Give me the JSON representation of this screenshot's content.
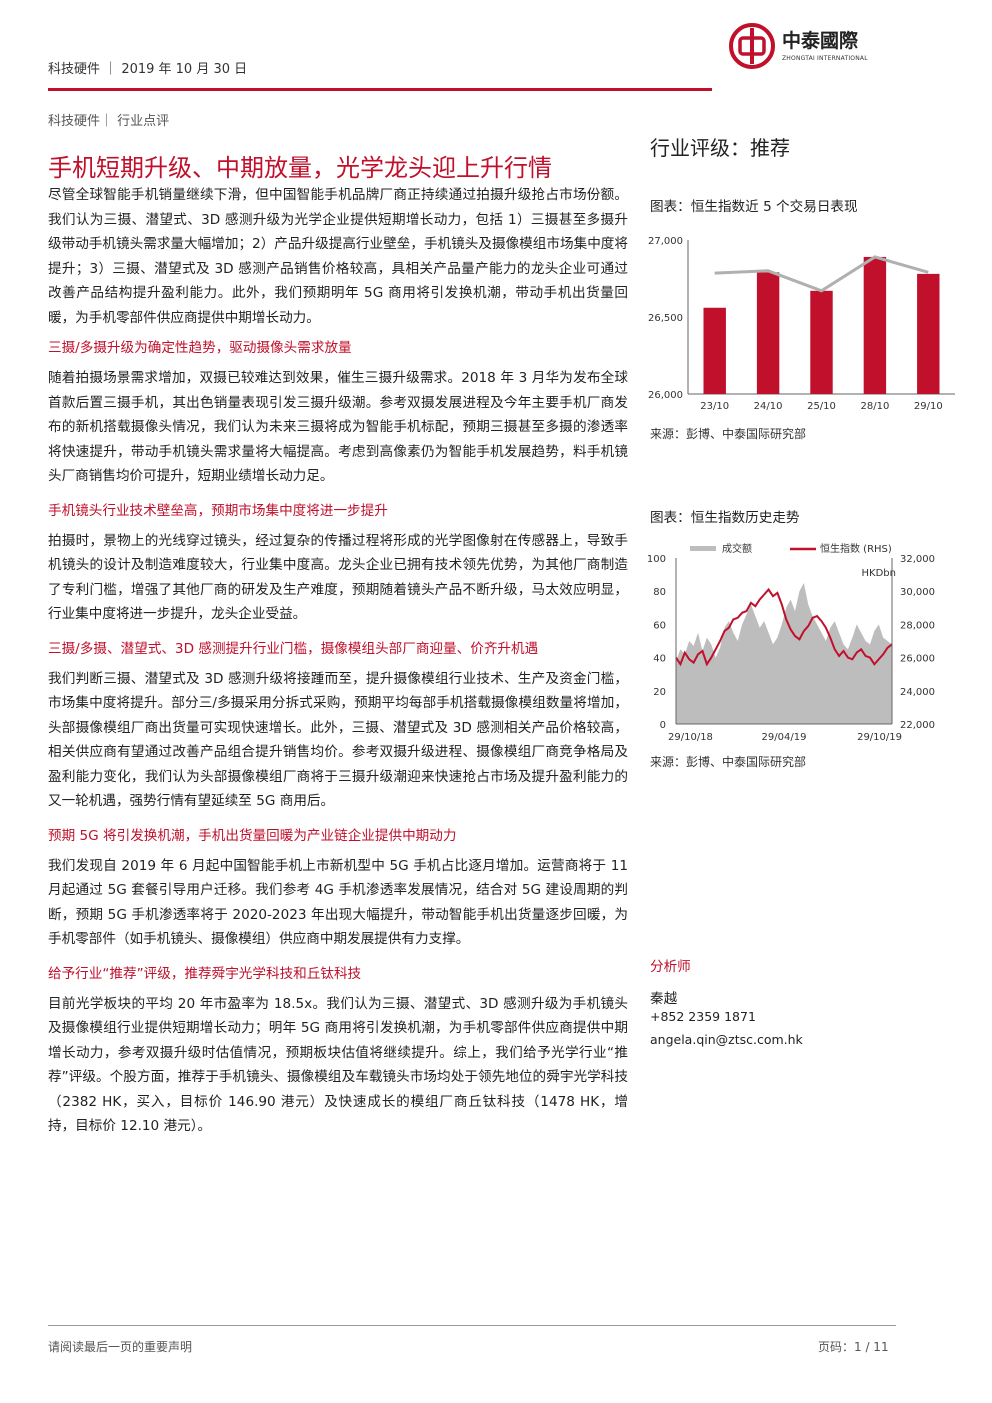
{
  "header": {
    "sector": "科技硬件",
    "separator": "｜",
    "date": "2019 年 10 月 30 日"
  },
  "logo": {
    "name_cn": "中泰國際",
    "name_en": "ZHONGTAI INTERNATIONAL",
    "brand_color": "#c0102b"
  },
  "category": "科技硬件｜ 行业点评",
  "title": "手机短期升级、中期放量，光学龙头迎上升行情",
  "rating": "行业评级：推荐",
  "intro": "尽管全球智能手机销量继续下滑，但中国智能手机品牌厂商正持续通过拍摄升级抢占市场份额。我们认为三摄、潜望式、3D 感测升级为光学企业提供短期增长动力，包括 1）三摄甚至多摄升级带动手机镜头需求量大幅增加；2）产品升级提高行业壁垒，手机镜头及摄像模组市场集中度将提升；3）三摄、潜望式及 3D 感测产品销售价格较高，具相关产品量产能力的龙头企业可通过改善产品结构提升盈利能力。此外，我们预期明年 5G 商用将引发换机潮，带动手机出货量回暖，为手机零部件供应商提供中期增长动力。",
  "sections": [
    {
      "heading": "三摄/多摄升级为确定性趋势，驱动摄像头需求放量",
      "body": "随着拍摄场景需求增加，双摄已较难达到效果，催生三摄升级需求。2018 年 3 月华为发布全球首款后置三摄手机，其出色销量表现引发三摄升级潮。参考双摄发展进程及今年主要手机厂商发布的新机搭载摄像头情况，我们认为未来三摄将成为智能手机标配，预期三摄甚至多摄的渗透率将快速提升，带动手机镜头需求量将大幅提高。考虑到高像素仍为智能手机发展趋势，料手机镜头厂商销售均价可提升，短期业绩增长动力足。"
    },
    {
      "heading": "手机镜头行业技术壁垒高，预期市场集中度将进一步提升",
      "body": "拍摄时，景物上的光线穿过镜头，经过复杂的传播过程将形成的光学图像射在传感器上，导致手机镜头的设计及制造难度较大，行业集中度高。龙头企业已拥有技术领先优势，为其他厂商制造了专利门槛，增强了其他厂商的研发及生产难度，预期随着镜头产品不断升级，马太效应明显，行业集中度将进一步提升，龙头企业受益。"
    },
    {
      "heading": "三摄/多摄、潜望式、3D 感测提升行业门槛，摄像模组头部厂商迎量、价齐升机遇",
      "body": "我们判断三摄、潜望式及 3D 感测升级将接踵而至，提升摄像模组行业技术、生产及资金门槛，市场集中度将提升。部分三/多摄采用分拆式采购，预期平均每部手机搭载摄像模组数量将增加，头部摄像模组厂商出货量可实现快速增长。此外，三摄、潜望式及 3D 感测相关产品价格较高，相关供应商有望通过改善产品组合提升销售均价。参考双摄升级进程、摄像模组厂商竞争格局及盈利能力变化，我们认为头部摄像模组厂商将于三摄升级潮迎来快速抢占市场及提升盈利能力的又一轮机遇，强势行情有望延续至 5G 商用后。"
    },
    {
      "heading": "预期 5G 将引发换机潮，手机出货量回暖为产业链企业提供中期动力",
      "body": "我们发现自 2019 年 6 月起中国智能手机上市新机型中 5G 手机占比逐月增加。运营商将于 11 月起通过 5G 套餐引导用户迁移。我们参考 4G 手机渗透率发展情况，结合对 5G 建设周期的判断，预期 5G 手机渗透率将于 2020-2023 年出现大幅提升，带动智能手机出货量逐步回暖，为手机零部件（如手机镜头、摄像模组）供应商中期发展提供有力支撑。"
    },
    {
      "heading": "给予行业“推荐”评级，推荐舜宇光学科技和丘钛科技",
      "body": "目前光学板块的平均 20 年市盈率为 18.5x。我们认为三摄、潜望式、3D 感测升级为手机镜头及摄像模组行业提供短期增长动力；明年 5G 商用将引发换机潮，为手机零部件供应商提供中期增长动力，参考双摄升级时估值情况，预期板块估值将继续提升。综上，我们给予光学行业“推荐”评级。个股方面，推荐于手机镜头、摄像模组及车载镜头市场均处于领先地位的舜宇光学科技（2382 HK，买入，目标价 146.90 港元）及快速成长的模组厂商丘钛科技（1478 HK，增持，目标价 12.10 港元）。"
    }
  ],
  "chart_data": [
    {
      "type": "bar",
      "title": "图表：恒生指数近 5 个交易日表现",
      "categories": [
        "23/10",
        "24/10",
        "25/10",
        "28/10",
        "29/10"
      ],
      "values": [
        26560,
        26790,
        26670,
        26890,
        26780
      ],
      "line_values": [
        26785,
        26800,
        26670,
        26890,
        26790
      ],
      "ylim": [
        26000,
        27000
      ],
      "yticks": [
        "26,000",
        "26,500",
        "27,000"
      ],
      "bar_color": "#c0102b",
      "line_color": "#b0b0b0",
      "source": "来源：彭博、中泰国际研究部"
    },
    {
      "type": "area",
      "title": "图表：恒生指数历史走势",
      "series": [
        {
          "name": "成交额",
          "color": "#bdbdbd",
          "values": [
            38,
            45,
            42,
            50,
            47,
            55,
            44,
            52,
            48,
            40,
            46,
            58,
            62,
            55,
            50,
            60,
            66,
            72,
            65,
            58,
            62,
            55,
            48,
            52,
            60,
            70,
            75,
            68,
            80,
            85,
            72,
            65,
            60,
            55,
            50,
            58,
            62,
            55,
            48,
            45,
            52,
            60,
            55,
            50,
            48,
            56,
            60,
            52,
            50,
            48
          ]
        },
        {
          "name": "恒生指数 (RHS)",
          "color": "#c0102b",
          "values": [
            26000,
            25600,
            26300,
            25900,
            25700,
            26200,
            26400,
            25600,
            26000,
            26500,
            27000,
            27600,
            27800,
            28300,
            28400,
            28700,
            28800,
            29300,
            29100,
            29500,
            29800,
            30100,
            29700,
            29900,
            29200,
            28300,
            27700,
            27300,
            27100,
            27600,
            27900,
            28400,
            28500,
            28200,
            27800,
            27200,
            26500,
            26100,
            26400,
            26000,
            25900,
            26300,
            26500,
            26100,
            26000,
            25600,
            25900,
            26200,
            26600,
            26800
          ]
        }
      ],
      "x_ticks": [
        "29/10/18",
        "29/04/19",
        "29/10/19"
      ],
      "y_left_ticks": [
        "0",
        "20",
        "40",
        "60",
        "80",
        "100"
      ],
      "y_right_ticks": [
        "22,000",
        "24,000",
        "26,000",
        "28,000",
        "30,000",
        "32,000"
      ],
      "y_left_range": [
        0,
        100
      ],
      "y_right_range": [
        22000,
        32000
      ],
      "unit_label": "HKDbn",
      "source": "来源：彭博、中泰国际研究部"
    }
  ],
  "analyst": {
    "label": "分析师",
    "name": "秦越",
    "phone": "+852 2359 1871",
    "email": "angela.qin@ztsc.com.hk"
  },
  "footer": {
    "disclaimer": "请阅读最后一页的重要声明",
    "page": "页码：1 / 11"
  }
}
